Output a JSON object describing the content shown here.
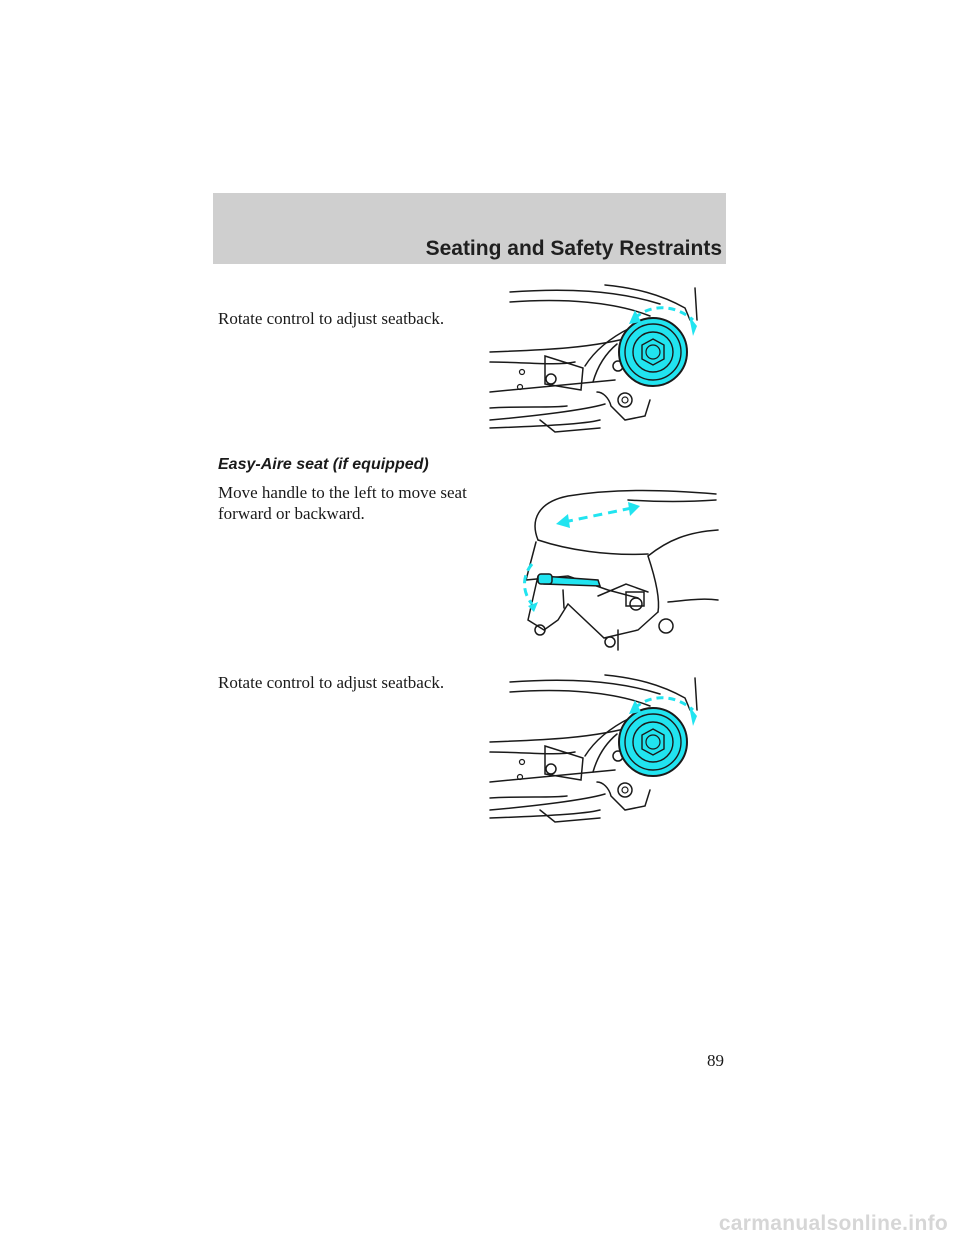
{
  "header": {
    "title": "Seating and Safety Restraints"
  },
  "sections": [
    {
      "text": "Rotate control to adjust seatback."
    },
    {
      "heading": "Easy-Aire seat (if equipped)",
      "text": "Move handle to the left to move seat forward or backward."
    },
    {
      "text": "Rotate control to adjust seatback."
    }
  ],
  "figures": {
    "seatback_knob": {
      "icon": "seatback-recline-knob-illustration",
      "arrow_color": "#21e4f0"
    },
    "seat_handle": {
      "icon": "seat-track-handle-illustration",
      "arrow_color": "#21e4f0"
    }
  },
  "page_number": "89",
  "footer": {
    "watermark": "carmanualsonline.info"
  }
}
